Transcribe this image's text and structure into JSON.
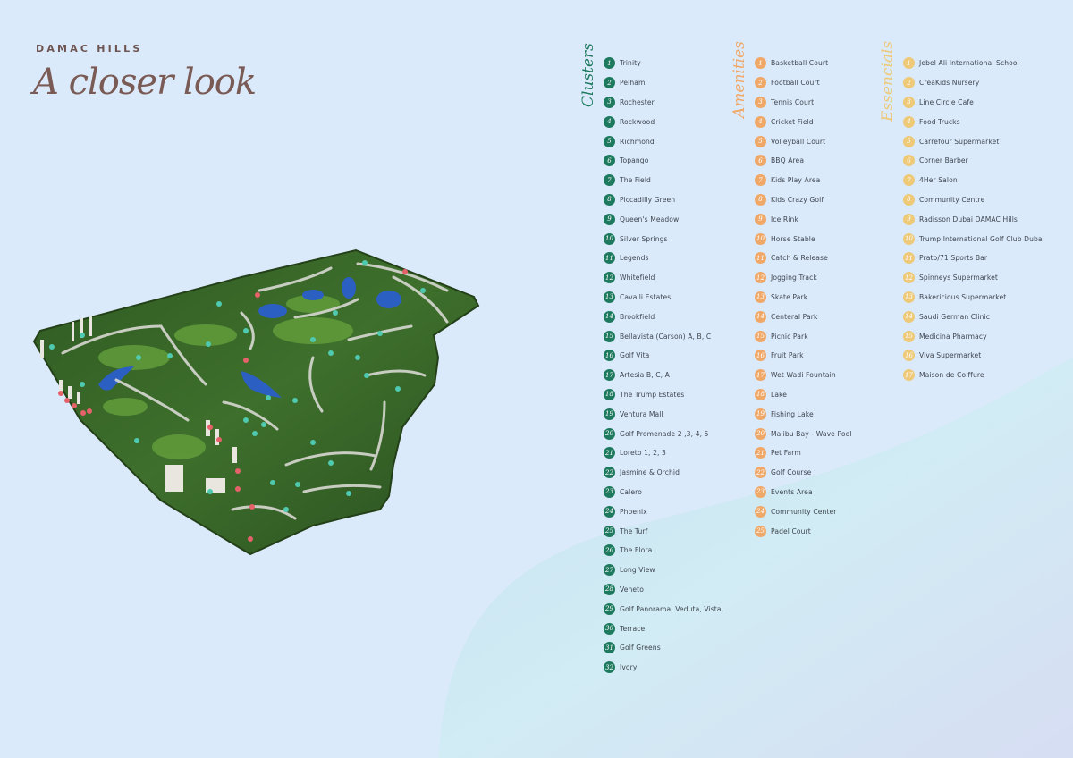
{
  "header": {
    "brand": "DAMAC HILLS",
    "headline": "A closer look"
  },
  "colors": {
    "background": "#dbeafa",
    "headline": "#7a5a54",
    "clusters": "#1e7a5e",
    "amenities": "#f0a868",
    "essencials": "#edc978",
    "map_grass": "#3b6b2a",
    "map_water": "#2c5fc2"
  },
  "map": {
    "label": "Master plan site map",
    "marker_colors": [
      "#4fc9b0",
      "#e5626a"
    ]
  },
  "clusters": {
    "title": "Clusters",
    "items": [
      {
        "n": "1",
        "label": "Trinity"
      },
      {
        "n": "2",
        "label": "Pelham"
      },
      {
        "n": "3",
        "label": "Rochester"
      },
      {
        "n": "4",
        "label": "Rockwood"
      },
      {
        "n": "5",
        "label": "Richmond"
      },
      {
        "n": "6",
        "label": "Topango"
      },
      {
        "n": "7",
        "label": "The Field"
      },
      {
        "n": "8",
        "label": "Piccadilly Green"
      },
      {
        "n": "9",
        "label": "Queen's Meadow"
      },
      {
        "n": "10",
        "label": "Silver Springs"
      },
      {
        "n": "11",
        "label": "Legends"
      },
      {
        "n": "12",
        "label": "Whitefield"
      },
      {
        "n": "13",
        "label": "Cavalli Estates"
      },
      {
        "n": "14",
        "label": "Brookfield"
      },
      {
        "n": "15",
        "label": "Bellavista (Carson) A, B, C"
      },
      {
        "n": "16",
        "label": "Golf Vita"
      },
      {
        "n": "17",
        "label": "Artesia B, C, A"
      },
      {
        "n": "18",
        "label": "The Trump Estates"
      },
      {
        "n": "19",
        "label": "Ventura Mall"
      },
      {
        "n": "20",
        "label": "Golf Promenade 2 ,3, 4, 5"
      },
      {
        "n": "21",
        "label": "Loreto 1, 2, 3"
      },
      {
        "n": "22",
        "label": "Jasmine & Orchid"
      },
      {
        "n": "23",
        "label": "Calero"
      },
      {
        "n": "24",
        "label": "Phoenix"
      },
      {
        "n": "25",
        "label": "The Turf"
      },
      {
        "n": "26",
        "label": "The Flora"
      },
      {
        "n": "27",
        "label": "Long View"
      },
      {
        "n": "28",
        "label": "Veneto"
      },
      {
        "n": "29",
        "label": "Golf Panorama, Veduta, Vista,"
      },
      {
        "n": "30",
        "label": "Terrace"
      },
      {
        "n": "31",
        "label": "Golf Greens"
      },
      {
        "n": "32",
        "label": "Ivory"
      }
    ]
  },
  "amenities": {
    "title": "Amenities",
    "items": [
      {
        "n": "1",
        "label": "Basketball Court"
      },
      {
        "n": "2",
        "label": "Football Court"
      },
      {
        "n": "3",
        "label": "Tennis Court"
      },
      {
        "n": "4",
        "label": "Cricket Field"
      },
      {
        "n": "5",
        "label": "Volleyball Court"
      },
      {
        "n": "6",
        "label": "BBQ Area"
      },
      {
        "n": "7",
        "label": "Kids Play Area"
      },
      {
        "n": "8",
        "label": "Kids Crazy Golf"
      },
      {
        "n": "9",
        "label": "Ice Rink"
      },
      {
        "n": "10",
        "label": "Horse Stable"
      },
      {
        "n": "11",
        "label": "Catch & Release"
      },
      {
        "n": "12",
        "label": "Jogging Track"
      },
      {
        "n": "13",
        "label": "Skate Park"
      },
      {
        "n": "14",
        "label": "Centeral Park"
      },
      {
        "n": "15",
        "label": "Picnic Park"
      },
      {
        "n": "16",
        "label": "Fruit Park"
      },
      {
        "n": "17",
        "label": "Wet Wadi Fountain"
      },
      {
        "n": "18",
        "label": "Lake"
      },
      {
        "n": "19",
        "label": "Fishing Lake"
      },
      {
        "n": "20",
        "label": "Malibu Bay - Wave Pool"
      },
      {
        "n": "21",
        "label": "Pet Farm"
      },
      {
        "n": "22",
        "label": "Golf Course"
      },
      {
        "n": "23",
        "label": "Events Area"
      },
      {
        "n": "24",
        "label": "Community Center"
      },
      {
        "n": "25",
        "label": "Padel Court"
      }
    ]
  },
  "essencials": {
    "title": "Essencials",
    "items": [
      {
        "n": "1",
        "label": "Jebel Ali International School"
      },
      {
        "n": "2",
        "label": "CreaKids Nursery"
      },
      {
        "n": "3",
        "label": "Line Circle Cafe"
      },
      {
        "n": "4",
        "label": "Food Trucks"
      },
      {
        "n": "5",
        "label": "Carrefour Supermarket"
      },
      {
        "n": "6",
        "label": "Corner Barber"
      },
      {
        "n": "7",
        "label": "4Her Salon"
      },
      {
        "n": "8",
        "label": "Community Centre"
      },
      {
        "n": "9",
        "label": "Radisson Dubai DAMAC Hills"
      },
      {
        "n": "10",
        "label": "Trump International Golf Club Dubai"
      },
      {
        "n": "11",
        "label": "Prato/71 Sports Bar"
      },
      {
        "n": "12",
        "label": "Spinneys Supermarket"
      },
      {
        "n": "13",
        "label": "Bakericious Supermarket"
      },
      {
        "n": "14",
        "label": "Saudi German Clinic"
      },
      {
        "n": "15",
        "label": "Medicina Pharmacy"
      },
      {
        "n": "16",
        "label": "Viva Supermarket"
      },
      {
        "n": "17",
        "label": "Maison de Coiffure"
      }
    ]
  }
}
